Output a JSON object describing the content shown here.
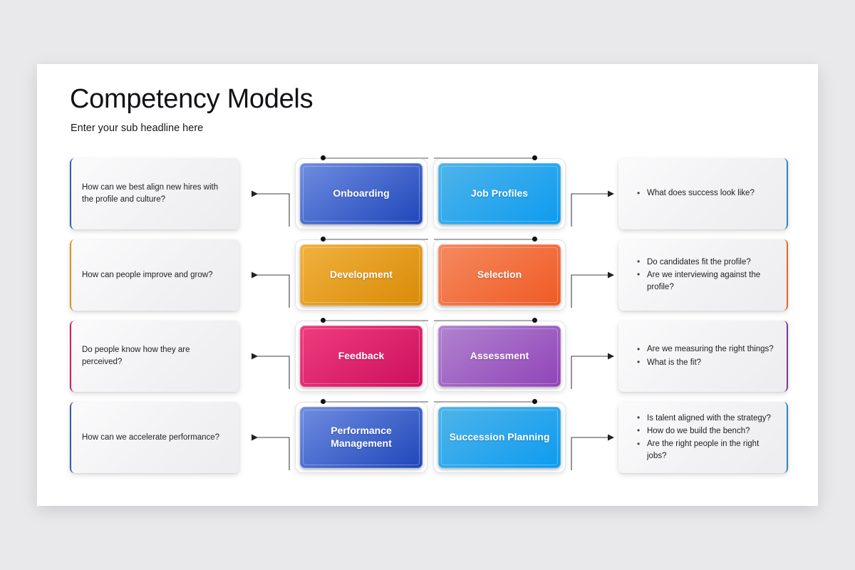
{
  "slide": {
    "title": "Competency Models",
    "subtitle": "Enter your sub headline here"
  },
  "palette": {
    "background": "#e9e9eb",
    "card": "#ffffff",
    "text": "#202124",
    "connector": "#3c4043",
    "dot": "#111111"
  },
  "rows": [
    {
      "left": {
        "text": "How can we best align new hires with the profile and culture?",
        "accent": "#3b5bb5"
      },
      "center_a": {
        "label": "Onboarding",
        "gradient_from": "#6f8de0",
        "gradient_to": "#1f46ba"
      },
      "center_b": {
        "label": "Job Profiles",
        "gradient_from": "#4fb4ea",
        "gradient_to": "#0d9bef"
      },
      "right": {
        "accent": "#2c87c4",
        "bullets": [
          "What does success look like?"
        ]
      }
    },
    {
      "left": {
        "text": "How can people improve and grow?",
        "accent": "#d89220"
      },
      "center_a": {
        "label": "Development",
        "gradient_from": "#f0b23f",
        "gradient_to": "#d98a06"
      },
      "center_b": {
        "label": "Selection",
        "gradient_from": "#f58a60",
        "gradient_to": "#ef5a24"
      },
      "right": {
        "accent": "#e06a28",
        "bullets": [
          "Do candidates fit the profile?",
          "Are we interviewing against the profile?"
        ]
      }
    },
    {
      "left": {
        "text": "Do people know how they are perceived?",
        "accent": "#cf1f63"
      },
      "center_a": {
        "label": "Feedback",
        "gradient_from": "#ef3d7e",
        "gradient_to": "#cc0f5d"
      },
      "center_b": {
        "label": "Assessment",
        "gradient_from": "#b084cf",
        "gradient_to": "#9143b8"
      },
      "right": {
        "accent": "#7a3a99",
        "bullets": [
          "Are we measuring the right things?",
          "What is the fit?"
        ]
      }
    },
    {
      "left": {
        "text": "How can we accelerate performance?",
        "accent": "#3b5bb5"
      },
      "center_a": {
        "label": "Performance Management",
        "gradient_from": "#6f8de0",
        "gradient_to": "#1f46ba"
      },
      "center_b": {
        "label": "Succession Planning",
        "gradient_from": "#4fb4ea",
        "gradient_to": "#0d9bef"
      },
      "right": {
        "accent": "#2c87c4",
        "bullets": [
          "Is talent aligned with the strategy?",
          "How do we build the bench?",
          "Are the right people in the right jobs?"
        ]
      }
    }
  ]
}
